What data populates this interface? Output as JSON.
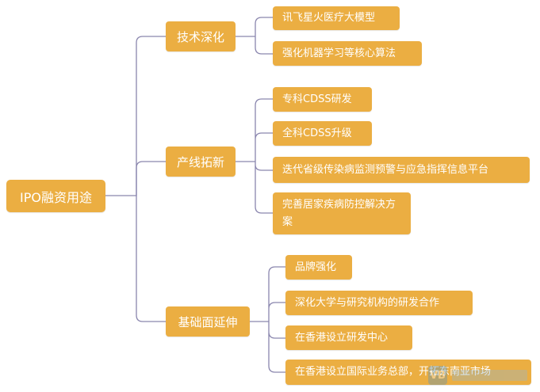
{
  "root": {
    "label": "IPO融资用途"
  },
  "categories": [
    {
      "label": "技术深化",
      "items": [
        "讯飞星火医疗大模型",
        "强化机器学习等核心算法"
      ]
    },
    {
      "label": "产线拓新",
      "items": [
        "专科CDSS研发",
        "全科CDSS升级",
        "迭代省级传染病监测预警与应急指挥信息平台",
        "完善居家疾病防控解决方案"
      ]
    },
    {
      "label": "基础面延伸",
      "items": [
        "品牌强化",
        "深化大学与研究机构的研发合作",
        "在香港设立研发中心",
        "在香港设立国际业务总部，开拓东南亚市场"
      ]
    }
  ],
  "colors": {
    "node": "#EBAE42",
    "line": "#8A86AE",
    "text": "#FFFFFF"
  }
}
